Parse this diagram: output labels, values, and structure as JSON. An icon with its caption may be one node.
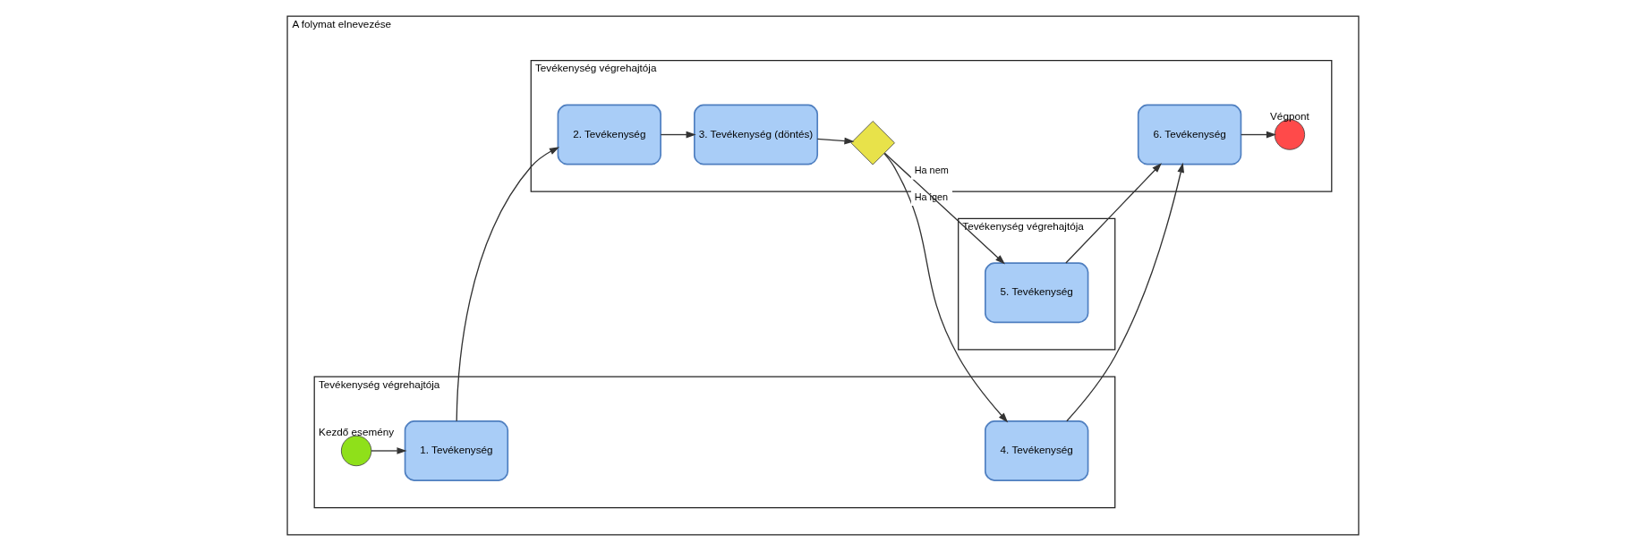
{
  "diagram": {
    "nodes": [
      {
        "text": [
          "A folymat elnevezése"
        ]
      },
      {
        "text": [
          "Tevékenység végrehajtója"
        ],
        "in": 0
      },
      {
        "text": [
          "Tevékenység végrehajtója"
        ],
        "in": 0
      },
      {
        "text": [
          "Tevékenység végrehajtója"
        ],
        "in": 0
      },
      {
        "text": [],
        "shape": "circle",
        "beside": [
          "Kezdő esemény"
        ],
        "in": 1
      },
      {
        "text": [
          "1. Tevékenység"
        ],
        "in": 1
      },
      {
        "text": [
          "4. Tevékenység"
        ],
        "in": 1
      },
      {
        "text": [
          "2. Tevékenység"
        ],
        "in": 2
      },
      {
        "text": [
          "3. Tevékenység (döntés)"
        ],
        "in": 2
      },
      {
        "text": [],
        "shape": "diamond",
        "in": 2
      },
      {
        "text": [
          "6. Tevékenység"
        ],
        "in": 2
      },
      {
        "text": [],
        "shape": "circle",
        "beside": [
          "Végpont"
        ],
        "in": 2
      },
      {
        "text": [
          "5. Tevékenység"
        ],
        "in": 3
      }
    ],
    "edges": [
      {
        "from": 4,
        "to": 5,
        "arrow": "to"
      },
      {
        "from": 5,
        "to": 7,
        "arrow": "to"
      },
      {
        "from": 7,
        "to": 8,
        "arrow": "to"
      },
      {
        "from": 8,
        "to": 9,
        "arrow": "to"
      },
      {
        "from": 9,
        "to": 6,
        "arrow": "to",
        "label": "Ha igen"
      },
      {
        "from": 9,
        "to": 12,
        "arrow": "to",
        "label": "Ha nem"
      },
      {
        "from": 6,
        "to": 10,
        "arrow": "to"
      },
      {
        "from": 12,
        "to": 10,
        "arrow": "to"
      },
      {
        "from": 10,
        "to": 11,
        "arrow": "to"
      }
    ]
  }
}
